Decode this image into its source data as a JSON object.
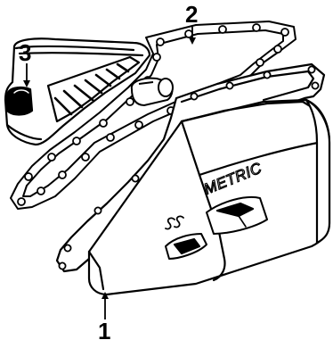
{
  "callouts": {
    "part_1": "1",
    "part_2": "2",
    "part_3": "3"
  },
  "pan_marking": "METRIC",
  "colors": {
    "line": "#000000",
    "background": "#ffffff"
  }
}
